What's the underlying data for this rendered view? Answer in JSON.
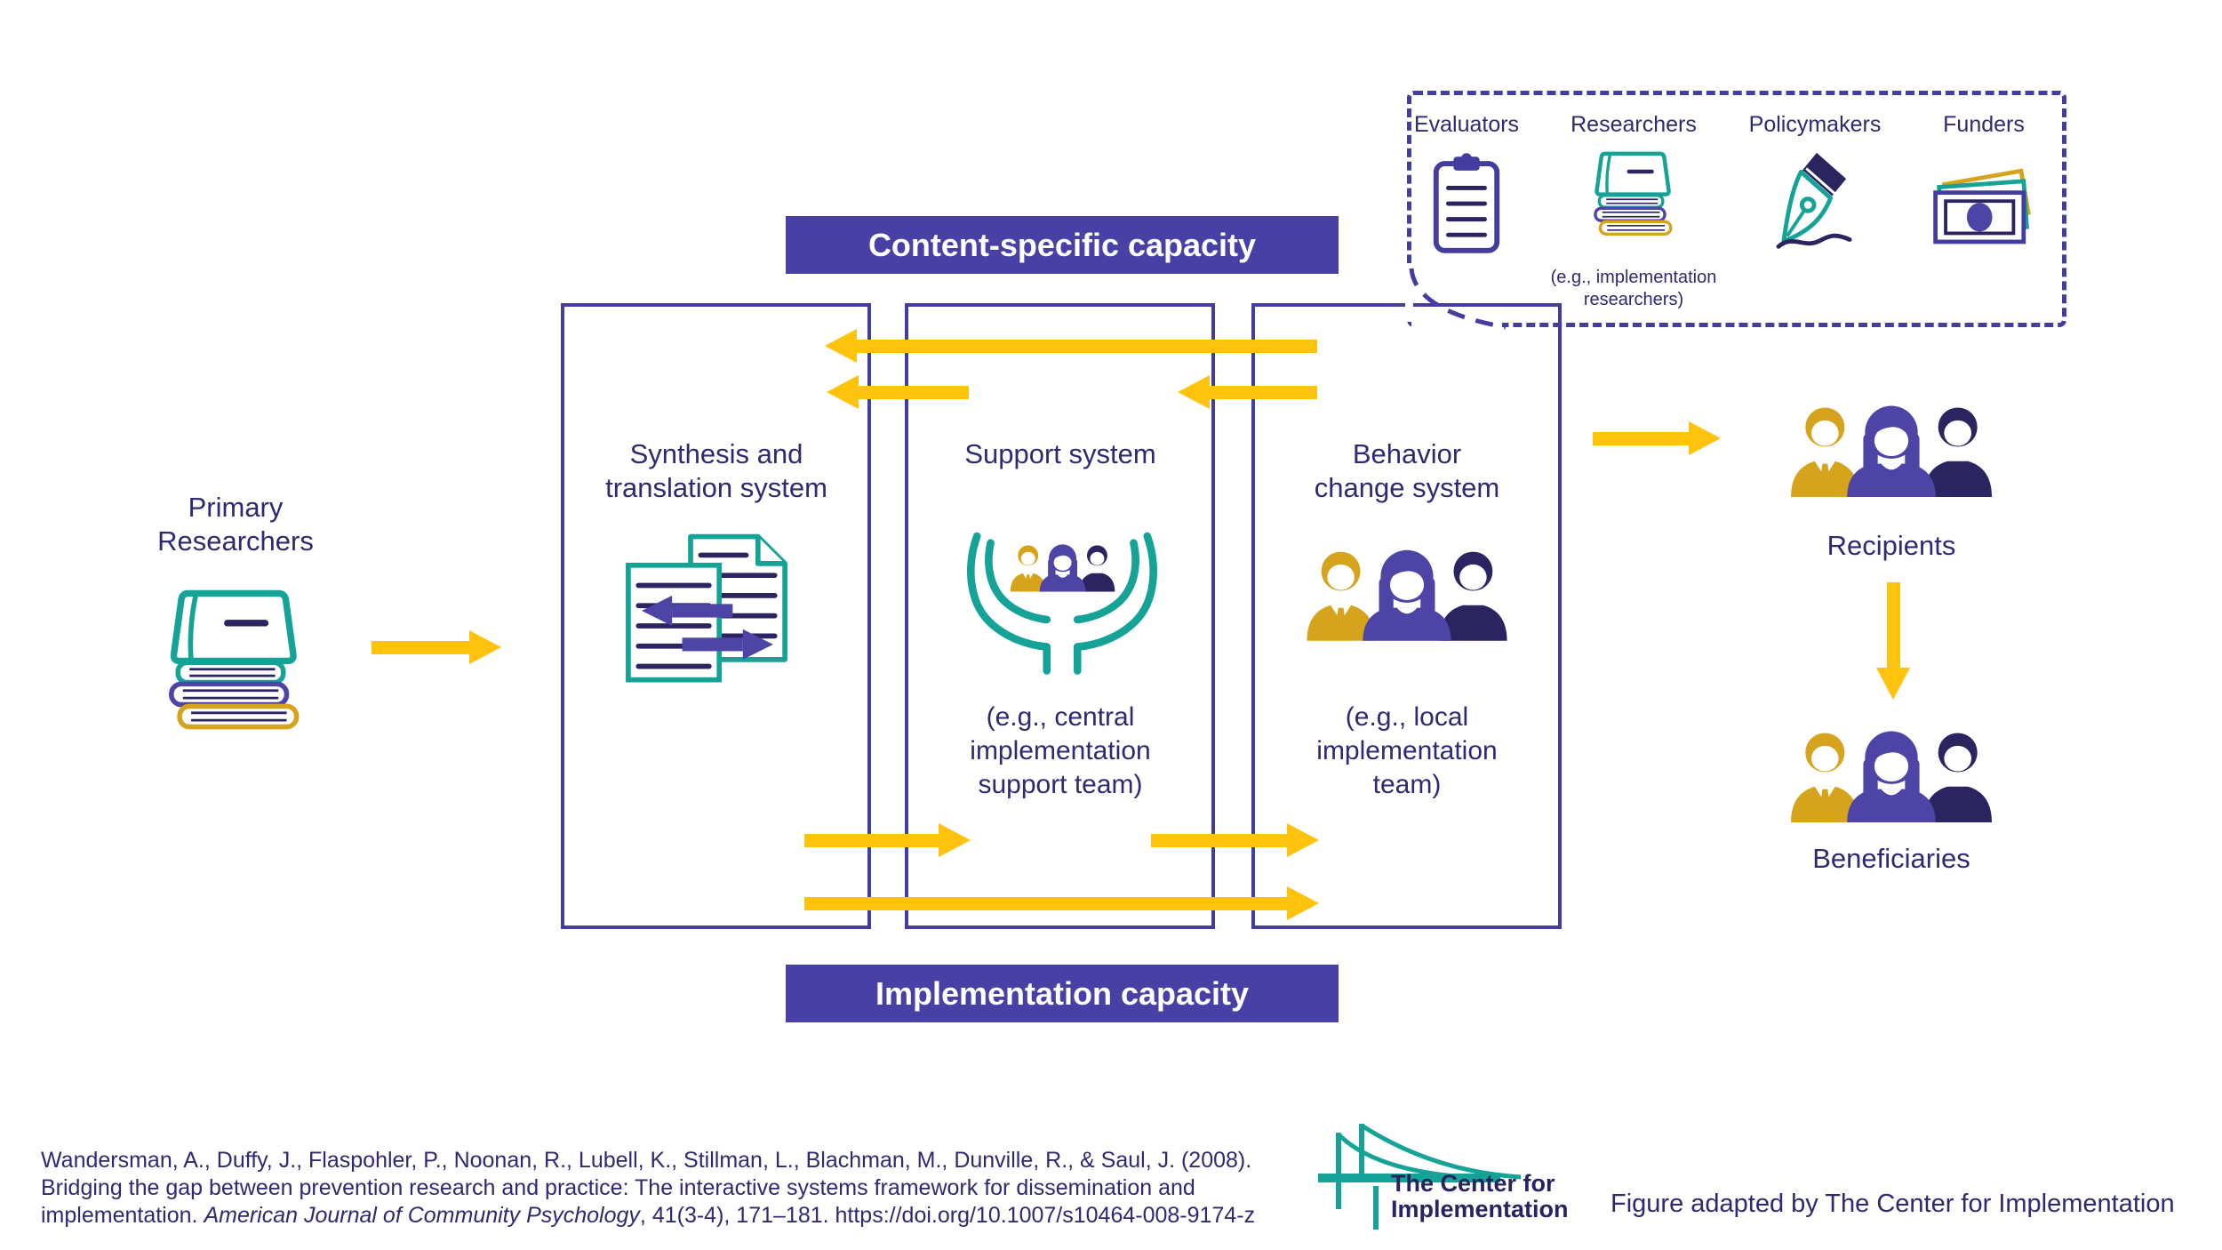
{
  "colors": {
    "border_purple": "#453CA0",
    "banner_purple": "#4840A4",
    "navy_text": "#2E2970",
    "teal": "#14A396",
    "arrow_yellow": "#FFC20D",
    "person_gold": "#D6A31C",
    "person_purple": "#4D44A6",
    "person_navy": "#2A2560"
  },
  "banners": {
    "top": "Content-specific capacity",
    "bottom": "Implementation capacity"
  },
  "left": {
    "label": "Primary\nResearchers",
    "icon": "books-stack-icon"
  },
  "systems": [
    {
      "title": "Synthesis and\ntranslation system",
      "caption": "",
      "icon": "documents-exchange-icon"
    },
    {
      "title": "Support system",
      "caption": "(e.g., central\nimplementation\nsupport team)",
      "icon": "hands-holding-people-icon"
    },
    {
      "title": "Behavior\nchange system",
      "caption": "(e.g., local\nimplementation\nteam)",
      "icon": "people-group-icon"
    }
  ],
  "callout": {
    "items": [
      {
        "label": "Evaluators",
        "icon": "clipboard-icon",
        "caption": ""
      },
      {
        "label": "Researchers",
        "icon": "books-stack-icon",
        "caption": "(e.g., implementation\nresearchers)"
      },
      {
        "label": "Policymakers",
        "icon": "fountain-pen-icon",
        "caption": ""
      },
      {
        "label": "Funders",
        "icon": "banknote-icon",
        "caption": ""
      }
    ]
  },
  "right": {
    "recipients": "Recipients",
    "beneficiaries": "Beneficiaries",
    "icon": "people-group-icon"
  },
  "citation": {
    "line1": "Wandersman, A., Duffy, J., Flaspohler, P., Noonan, R., Lubell, K., Stillman, L., Blachman, M., Dunville, R., & Saul, J. (2008).",
    "line2": "Bridging the gap between prevention research and practice: The interactive systems framework for dissemination and",
    "line3_pre": "implementation. ",
    "line3_italic": "American Journal of Community Psychology",
    "line3_post": ", 41(3-4), 171–181. https://doi.org/10.1007/s10464-008-9174-z"
  },
  "logo": {
    "line1": "The Center for",
    "line2": "Implementation",
    "icon": "bridge-icon"
  },
  "credit": "Figure adapted by The Center for Implementation"
}
